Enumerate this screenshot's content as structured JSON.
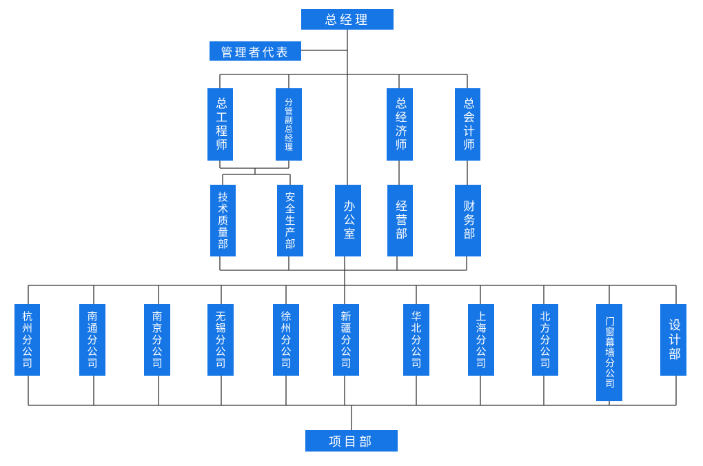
{
  "top": {
    "ceo": "总经理",
    "mgmt_rep": "管理者代表"
  },
  "executives": {
    "chief_engineer": "总工程师",
    "deputy_gm": "分管副总经理",
    "chief_economist": "总经济师",
    "chief_accountant": "总会计师"
  },
  "departments": {
    "tech_quality": "技术质量部",
    "safety": "安全生产部",
    "office": "办公室",
    "business": "经营部",
    "finance": "财务部"
  },
  "branches": [
    "杭州分公司",
    "南通分公司",
    "南京分公司",
    "无锡分公司",
    "徐州分公司",
    "新疆分公司",
    "华北分公司",
    "上海分公司",
    "北方分公司",
    "门窗幕墙分公司",
    "设计部"
  ],
  "bottom": {
    "project_dept": "项目部"
  },
  "colors": {
    "box": "#1776e6",
    "line": "#333333"
  }
}
